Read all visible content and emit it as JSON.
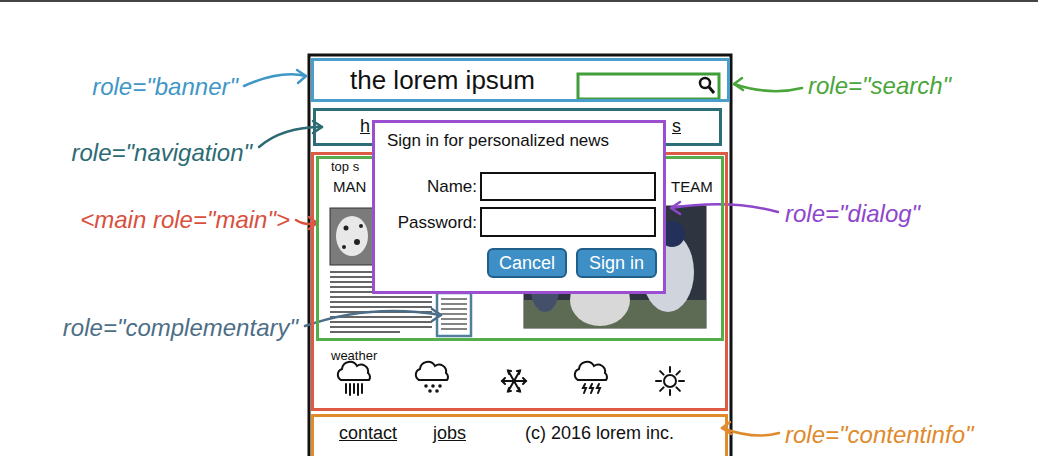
{
  "diagram": {
    "nodes": [
      {
        "text": [
          "the lorem ipsum"
        ]
      },
      {
        "text": [
          "h",
          "s"
        ]
      },
      {
        "text": [
          "weather"
        ]
      },
      {
        "text": [
          "top s",
          "MAN",
          "TEAM"
        ],
        "in": 2
      },
      {
        "text": [
          "Sign in for personalized news",
          "Name:",
          "Password:"
        ]
      },
      {
        "text": [
          "Cancel"
        ],
        "in": 4
      },
      {
        "text": [
          "Sign in"
        ],
        "in": 4
      },
      {
        "text": [
          "contact",
          "jobs",
          "(c) 2016 lorem inc."
        ]
      }
    ],
    "labels": [
      "role=\"banner\"",
      "role=\"search\"",
      "role=\"navigation\"",
      "<main role=\"main\">",
      "role=\"dialog\"",
      "role=\"complementary\"",
      "role=\"contentinfo\""
    ]
  }
}
